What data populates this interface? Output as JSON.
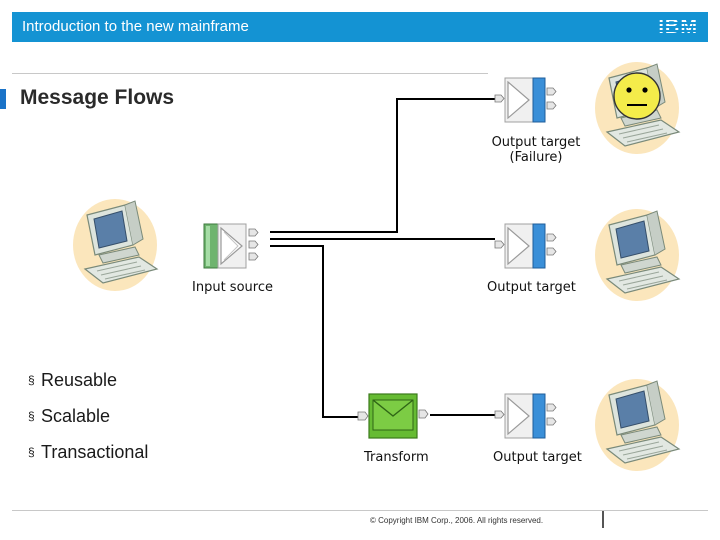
{
  "header": {
    "title": "Introduction to the new mainframe",
    "logo_text": "IBM",
    "background": "#1493d3"
  },
  "slide": {
    "title": "Message Flows",
    "bullets": [
      "Reusable",
      "Scalable",
      "Transactional"
    ],
    "bullet_glyph": "§",
    "copyright": "© Copyright IBM Corp., 2006. All rights reserved."
  },
  "diagram": {
    "nodes": {
      "input_source": {
        "label": "Input source",
        "icon": "mq-node-icon"
      },
      "output_failure": {
        "label_line1": "Output target",
        "label_line2": "(Failure)",
        "icon": "mq-node-icon"
      },
      "output_middle": {
        "label": "Output target",
        "icon": "mq-node-icon"
      },
      "transform": {
        "label": "Transform",
        "icon": "envelope-icon"
      },
      "output_bottom": {
        "label": "Output target",
        "icon": "mq-node-icon"
      }
    },
    "computers": {
      "source": {
        "icon": "computer-icon"
      },
      "failure": {
        "icon": "computer-with-face-icon"
      },
      "middle": {
        "icon": "computer-icon"
      },
      "bottom": {
        "icon": "computer-icon"
      }
    },
    "colors": {
      "line": "#000000",
      "node_left_bar": "#6fb46f",
      "node_right_bar": "#3a8fd8",
      "transform_fill": "#66bb33",
      "face": "#f4ec4a"
    }
  }
}
